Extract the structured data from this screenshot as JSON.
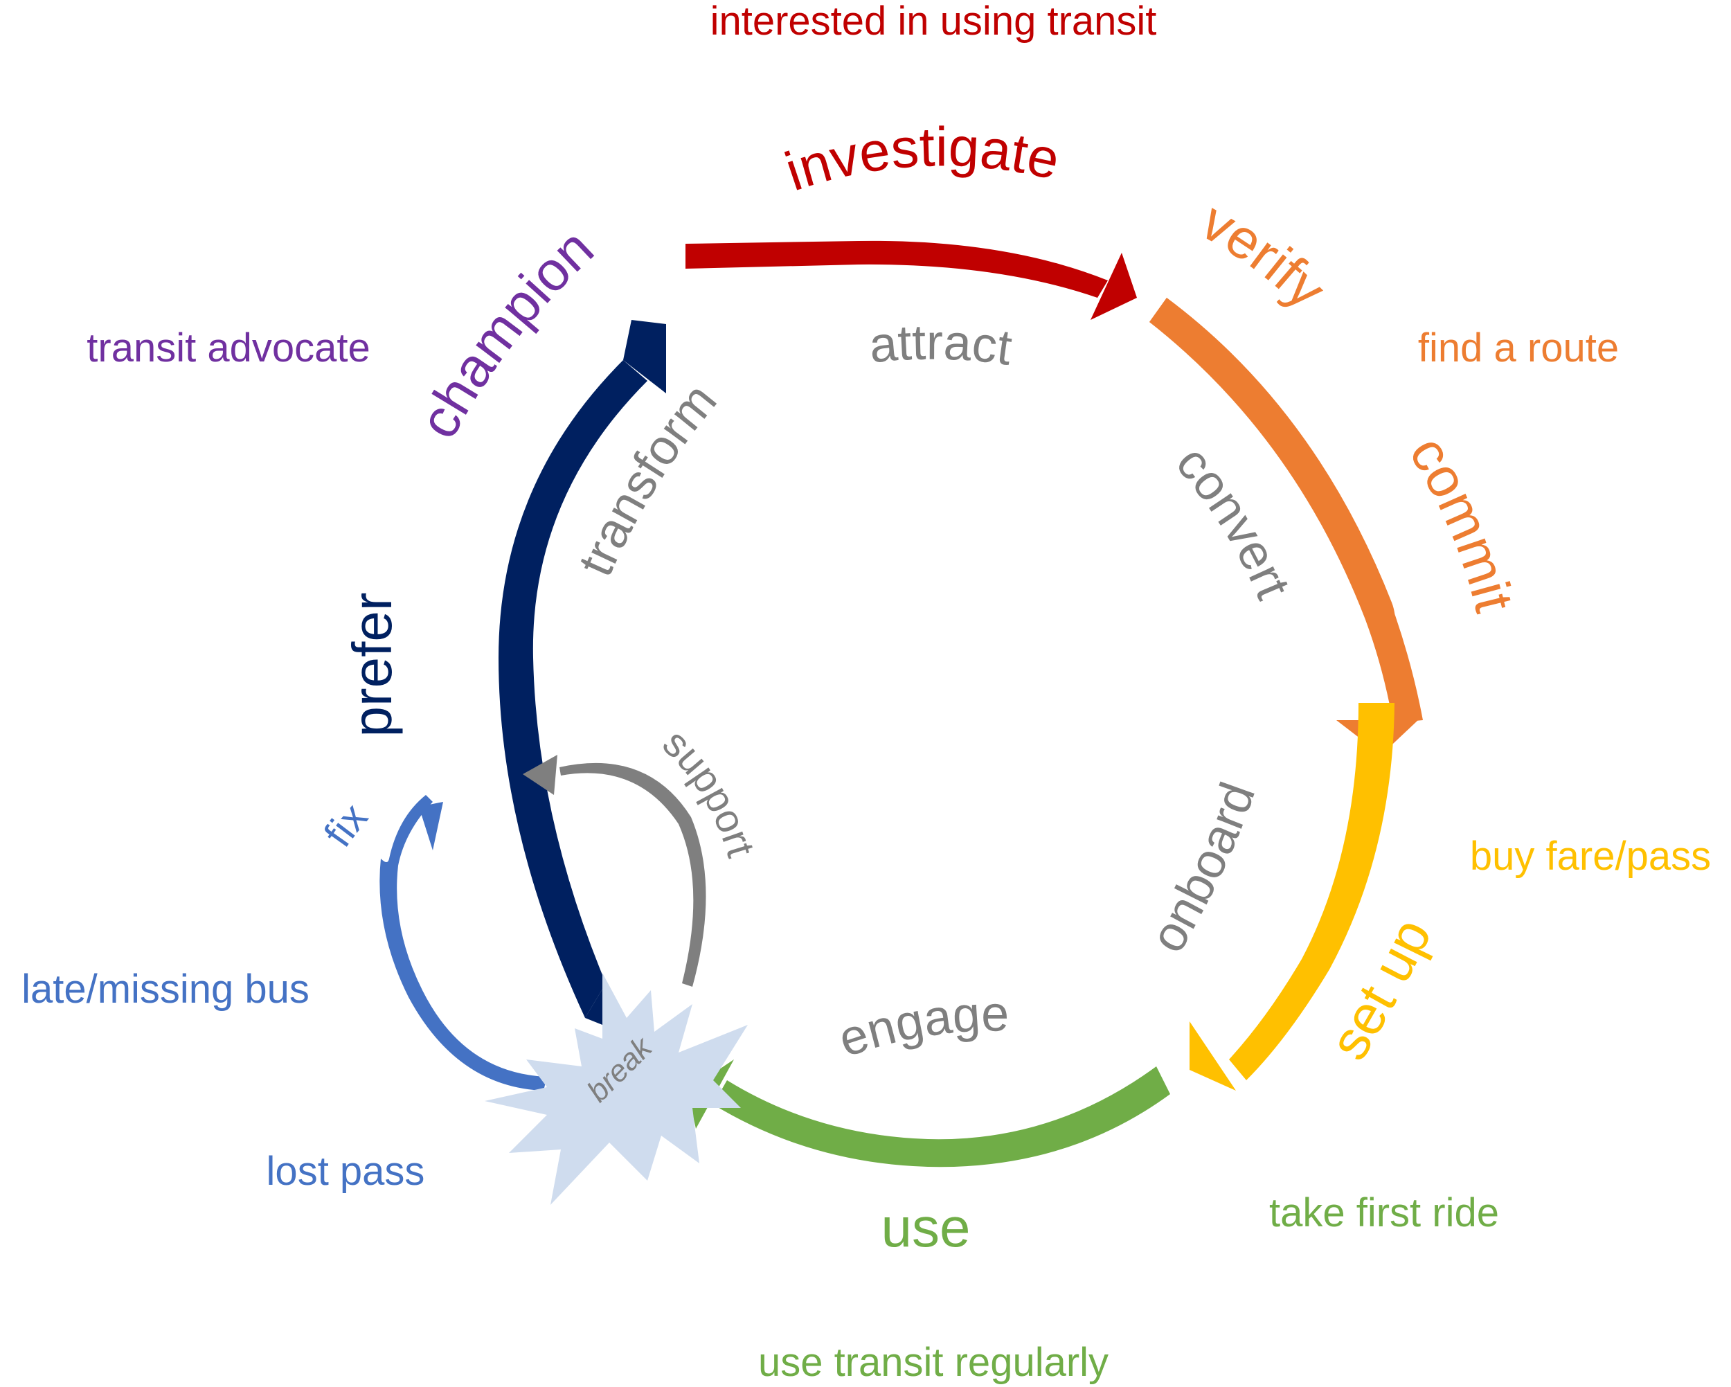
{
  "title": "Transit customer journey cycle",
  "colors": {
    "investigate": "#C00000",
    "verify": "#ED7D31",
    "commit": "#ED7D31",
    "setup": "#FFC000",
    "use": "#70AD47",
    "prefer": "#002060",
    "champion": "#7030A0",
    "fix": "#4472C4",
    "phase": "#7F7F7F",
    "break_fill": "#CFDCEE"
  },
  "outcomes": {
    "interested": "interested in using transit",
    "find_route": "find a route",
    "buy_fare": "buy fare/pass",
    "first_ride": "take first ride",
    "regular": "use transit regularly",
    "advocate": "transit advocate"
  },
  "stages": {
    "investigate": "investigate",
    "verify": "verify",
    "commit": "commit",
    "setup": "set up",
    "use": "use",
    "prefer": "prefer",
    "champion": "champion",
    "fix": "fix"
  },
  "phases": {
    "attract": "attract",
    "convert": "convert",
    "onboard": "onboard",
    "engage": "engage",
    "transform": "transform",
    "support": "support",
    "break": "break"
  },
  "problems": {
    "late_bus": "late/missing bus",
    "lost_pass": "lost pass"
  }
}
